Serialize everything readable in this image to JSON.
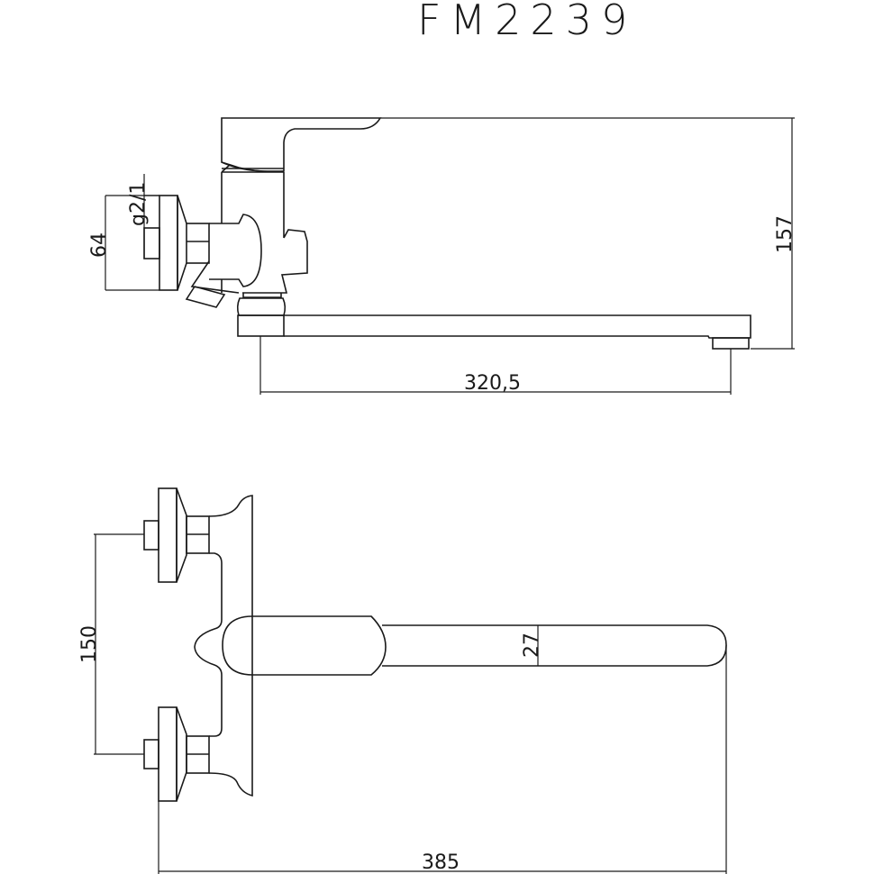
{
  "title": "FM2239",
  "side_view": {
    "dimensions": {
      "height_total": "157",
      "spout_reach": "320,5",
      "eccentric_height": "64",
      "thread": "g2/1"
    }
  },
  "top_view": {
    "dimensions": {
      "inlet_spacing": "150",
      "spout_width": "27",
      "overall_length": "385"
    }
  },
  "colors": {
    "line": "#1a1a1a",
    "background": "#ffffff"
  }
}
